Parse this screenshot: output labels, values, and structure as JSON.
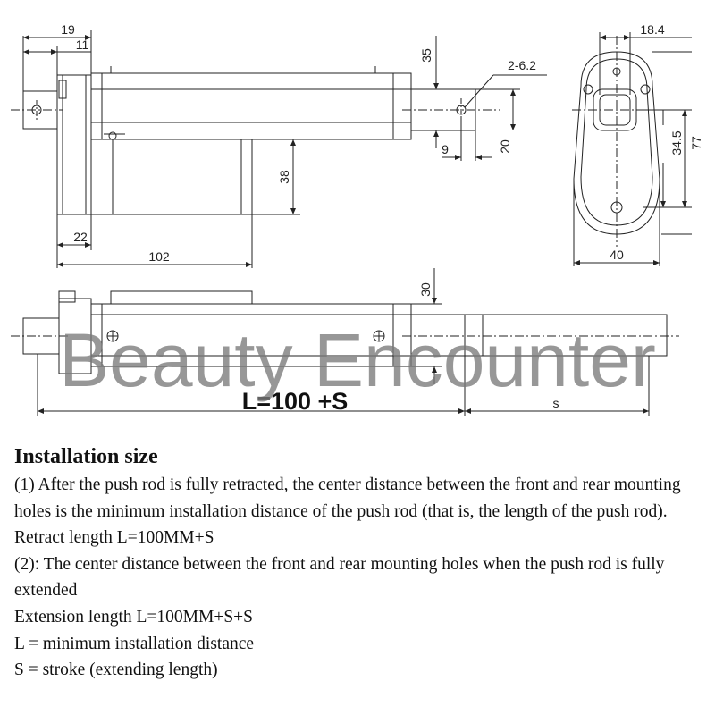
{
  "drawing": {
    "dims": {
      "d19": "19",
      "d11": "11",
      "d35": "35",
      "hole": "2-6.2",
      "d9": "9",
      "d20": "20",
      "d38": "38",
      "d22": "22",
      "d102": "102",
      "d18_4": "18.4",
      "d34_5": "34.5",
      "d77": "77",
      "d40": "40",
      "d30": "30",
      "s_label": "s"
    },
    "formula": "L=100 +S",
    "watermark": "Beauty Encounter"
  },
  "text": {
    "heading": "Installation size",
    "lines": [
      "(1) After the push rod is fully retracted, the center distance between the front and rear mounting holes is the minimum installation distance of the push rod (that is, the length of the push rod).",
      "Retract length L=100MM+S",
      "(2): The center distance between the front and rear mounting holes when the push rod is fully extended",
      "Extension length L=100MM+S+S",
      "L = minimum installation distance",
      "S = stroke (extending length)"
    ]
  }
}
